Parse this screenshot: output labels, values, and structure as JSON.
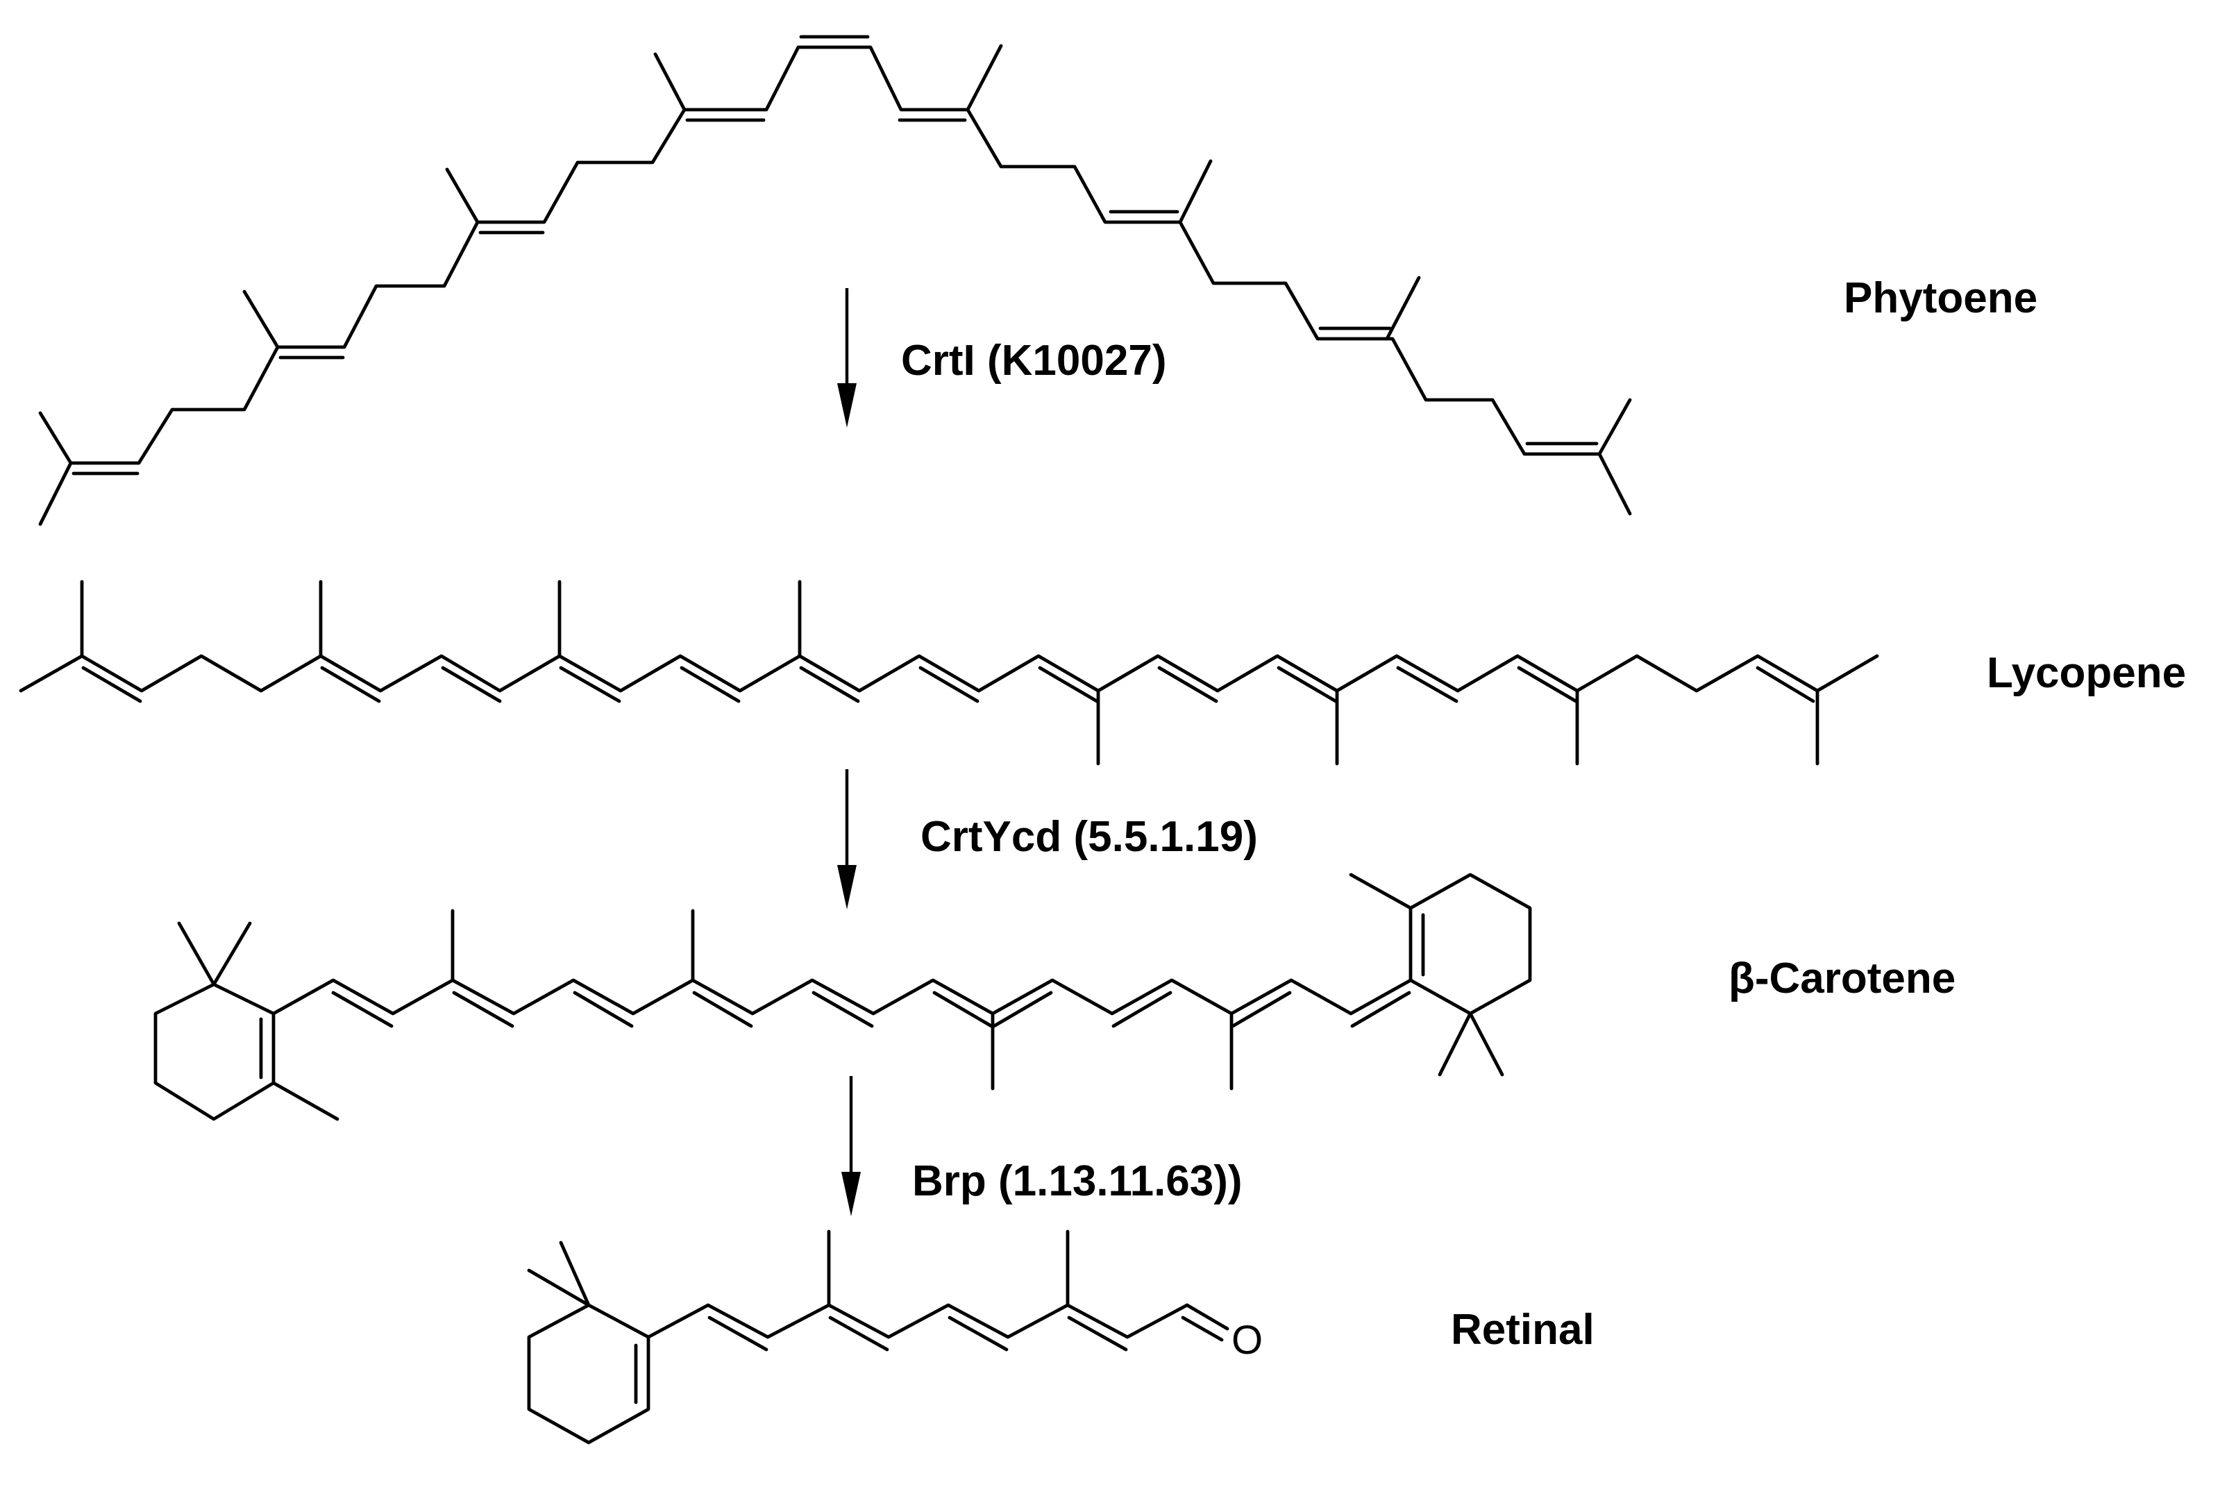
{
  "compounds": {
    "phytoene": "Phytoene",
    "lycopene": "Lycopene",
    "beta_carotene": "β-Carotene",
    "retinal": "Retinal"
  },
  "enzymes": {
    "step1": "CrtI (K10027)",
    "step2": "CrtYcd (5.5.1.19)",
    "step3": "Brp (1.13.11.63))"
  },
  "atoms": {
    "oxygen": "O"
  },
  "colors": {
    "ink": "#000000",
    "background": "#ffffff"
  }
}
